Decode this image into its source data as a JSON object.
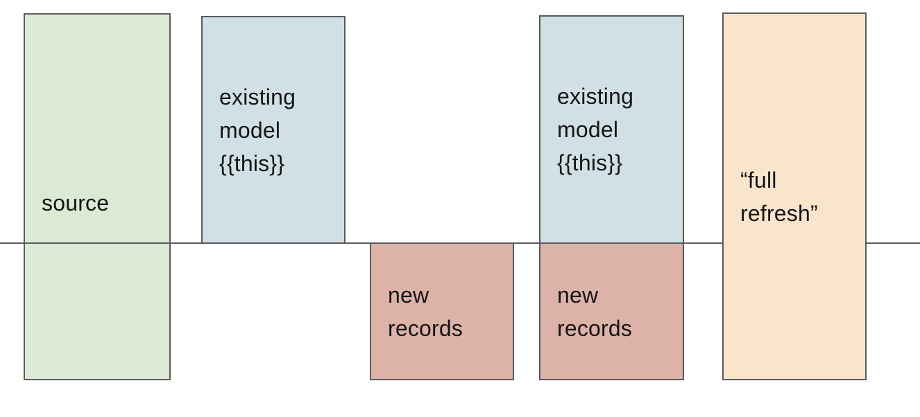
{
  "diagram": {
    "background_color": "#ffffff",
    "border_color": "#5b5b5b",
    "text_color": "#151515",
    "divider": {
      "name": "baseline-divider",
      "color": "#5b5b5b"
    },
    "boxes": [
      {
        "name": "source",
        "label": "source",
        "fill": "#dce9d5"
      },
      {
        "name": "existing-model-left",
        "label": "existing\nmodel\n{{this}}",
        "fill": "#d1e0e4"
      },
      {
        "name": "new-records-left",
        "label": "new\nrecords",
        "fill": "#dcb2a9"
      },
      {
        "name": "existing-model-right",
        "label": "existing\nmodel\n{{this}}",
        "fill": "#d1e0e4"
      },
      {
        "name": "new-records-right",
        "label": "new\nrecords",
        "fill": "#dcb2a9"
      },
      {
        "name": "full-refresh",
        "label": "“full\nrefresh”",
        "fill": "#f9e5cc"
      }
    ]
  }
}
